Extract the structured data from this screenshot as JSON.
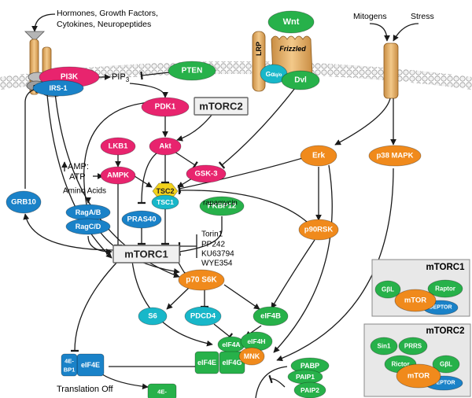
{
  "inputs": {
    "hormones_line1": "Hormones, Growth Factors,",
    "hormones_line2": "Cytokines, Neuropeptides",
    "mitogens": "Mitogens",
    "stress": "Stress"
  },
  "nodes": {
    "pi3k": "PI3K",
    "irs1": "IRS-1",
    "pip3": "PIP",
    "pip3_sub": "3",
    "pten": "PTEN",
    "wnt": "Wnt",
    "lrp": "LRP",
    "frizzled": "Frizzled",
    "g_alpha": "Gα",
    "g_alpha_sub": "q/o",
    "dvl": "Dvl",
    "pdk1": "PDK1",
    "mtorc2_box": "mTORC2",
    "lkb1": "LKB1",
    "akt": "Akt",
    "amp_label": "AMP:",
    "atp_label": "ATP",
    "ampk": "AMPK",
    "gsk3": "GSK-3",
    "tsc2": "TSC2",
    "tsc1": "TSC1",
    "amino_acids": "Amino Acids",
    "grb10": "GRB10",
    "raga": "RagA/B",
    "ragc": "RagC/D",
    "pras40": "PRAS40",
    "rapamycin": "rapamycin",
    "fkbp12": "FKBP12",
    "erk": "Erk",
    "p38": "p38 MAPK",
    "p90rsk": "p90RSK",
    "mtorc1_box": "mTORC1",
    "inhib1": "Torin1",
    "inhib2": "PP242",
    "inhib3": "KU63794",
    "inhib4": "WYE354",
    "p70s6k": "p70 S6K",
    "s6": "S6",
    "pdcd4": "PDCD4",
    "eif4b": "eIF4B",
    "eif4a": "eIF4A",
    "eif4h": "eIF4H",
    "eif4e": "eIF4E",
    "eif4g": "eIF4G",
    "mnk": "MNK",
    "pabp": "PABP",
    "paip1": "PAIP1",
    "paip2": "PAIP2",
    "bp1_line1": "4E-",
    "bp1_line2": "BP1",
    "bp1_eif4e": "eIF4E",
    "translation_off": "Translation Off",
    "bp_bottom": "4E-"
  },
  "legend_mtorc1": {
    "title": "mTORC1",
    "gbl": "GβL",
    "raptor": "Raptor",
    "mtor": "mTOR",
    "deptor": "DEPTOR"
  },
  "legend_mtorc2": {
    "title": "mTORC2",
    "sin1": "Sin1",
    "prrs": "PRRS",
    "rictor": "Rictor",
    "gbl": "GβL",
    "mtor": "mTOR",
    "deptor": "DEPTOR"
  },
  "colors": {
    "pink": "#e8246e",
    "green": "#27b14a",
    "blue": "#1a82c8",
    "cyan": "#18b7c9",
    "orange": "#f08a1c",
    "yellow": "#f3d21b",
    "tan": "#e0ad63"
  }
}
